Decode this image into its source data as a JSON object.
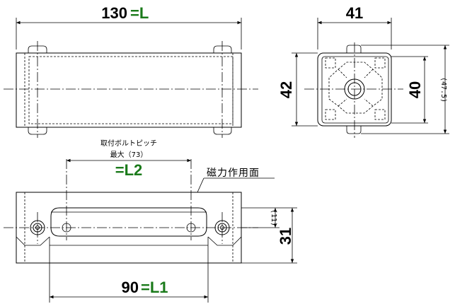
{
  "dimensions": {
    "top_width_num": "130",
    "top_width_var": "=L",
    "side_width": "41",
    "side_height_outer": "42",
    "side_height_inner": "40",
    "side_height_ref": "(47.5)",
    "front_pitch_label_line1": "取付ボルトピッチ",
    "front_pitch_label_line2": "最大（73）",
    "front_pitch_var": "=L2",
    "front_magnetic_face": "磁力作用面",
    "front_height_ref": "(11)",
    "front_height": "31",
    "front_bottom_num": "90",
    "front_bottom_var": "=L1"
  },
  "colors": {
    "line": "#000000",
    "accent_green": "#1a7a1a"
  }
}
